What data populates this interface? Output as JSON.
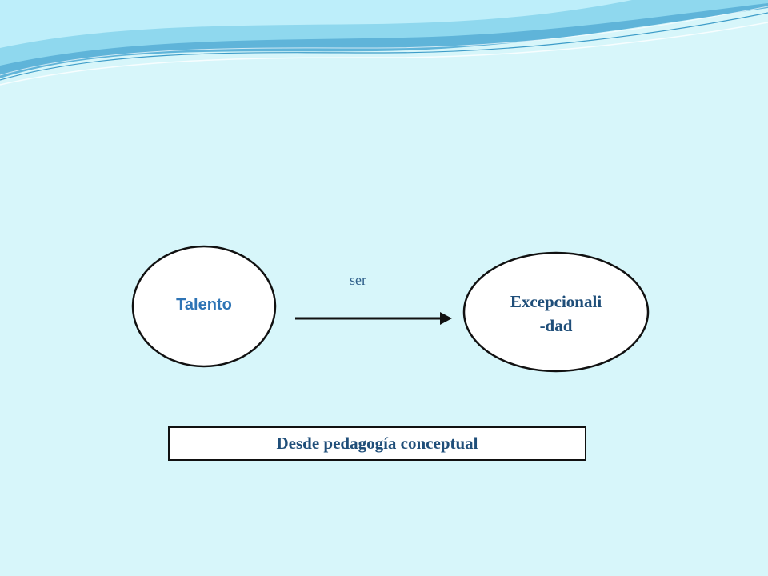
{
  "colors": {
    "background": "#d7f6fa",
    "wave_dark": "#5fb4d9",
    "wave_mid": "#8fd8ee",
    "wave_light": "#bdeefa",
    "node_fill": "#ffffff",
    "node_stroke": "#111111",
    "talento_text": "#2e74b5",
    "serif_text": "#1f4e79",
    "edge_label_text": "#2f5f8a"
  },
  "diagram": {
    "nodes": {
      "talento": {
        "label": "Talento"
      },
      "excepcionalidad": {
        "label": "Excepcionali\n-dad"
      }
    },
    "edge": {
      "label": "ser"
    },
    "footer": {
      "label": "Desde pedagogía conceptual"
    }
  }
}
